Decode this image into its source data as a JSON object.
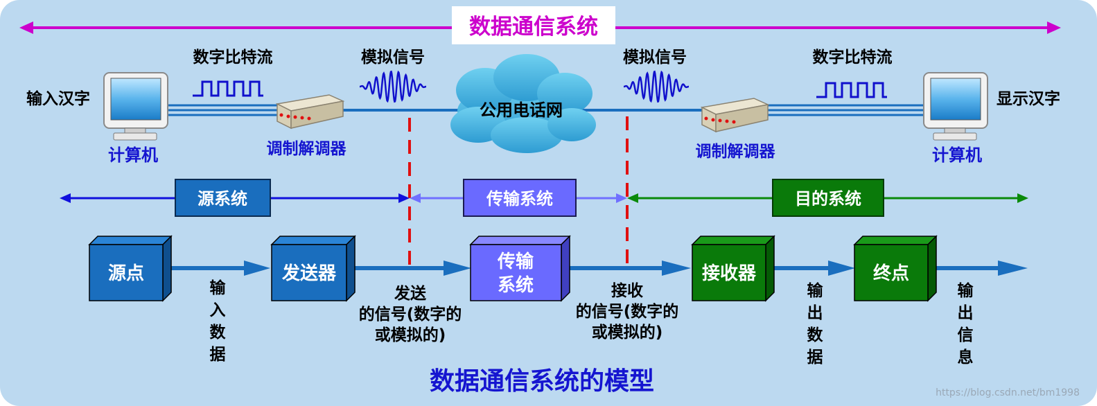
{
  "title": "数据通信系统",
  "caption": "数据通信系统的模型",
  "watermark": "https://blog.csdn.net/bm1998",
  "top": {
    "input_label": "输入汉字",
    "output_label": "显示汉字",
    "computer_label": "计算机",
    "modem_label": "调制解调器",
    "digital_stream": "数字比特流",
    "analog_signal": "模拟信号",
    "network": "公用电话网"
  },
  "systems": {
    "source": "源系统",
    "transmission": "传输系统",
    "destination": "目的系统"
  },
  "boxes": {
    "source_point": "源点",
    "transmitter": "发送器",
    "transmission_line1": "传输",
    "transmission_line2": "系统",
    "receiver": "接收器",
    "destination_point": "终点"
  },
  "flow_labels": {
    "input_data": [
      "输",
      "入",
      "数",
      "据"
    ],
    "sent_signal": [
      "发送",
      "的信号(数字的",
      "或模拟的)"
    ],
    "received_signal": [
      "接收",
      "的信号(数字的",
      "或模拟的)"
    ],
    "output_data": [
      "输",
      "出",
      "数",
      "据"
    ],
    "output_info": [
      "输",
      "出",
      "信",
      "息"
    ]
  },
  "colors": {
    "background": "#bcd9f0",
    "title_arrow": "#cc00cc",
    "title_text": "#cc00cc",
    "source": "#1a6ebe",
    "transmission": "#6a6aff",
    "destination": "#0a7a0a",
    "signal": "#1010cc",
    "label_blue": "#1515d0",
    "dashed": "#e01010"
  }
}
